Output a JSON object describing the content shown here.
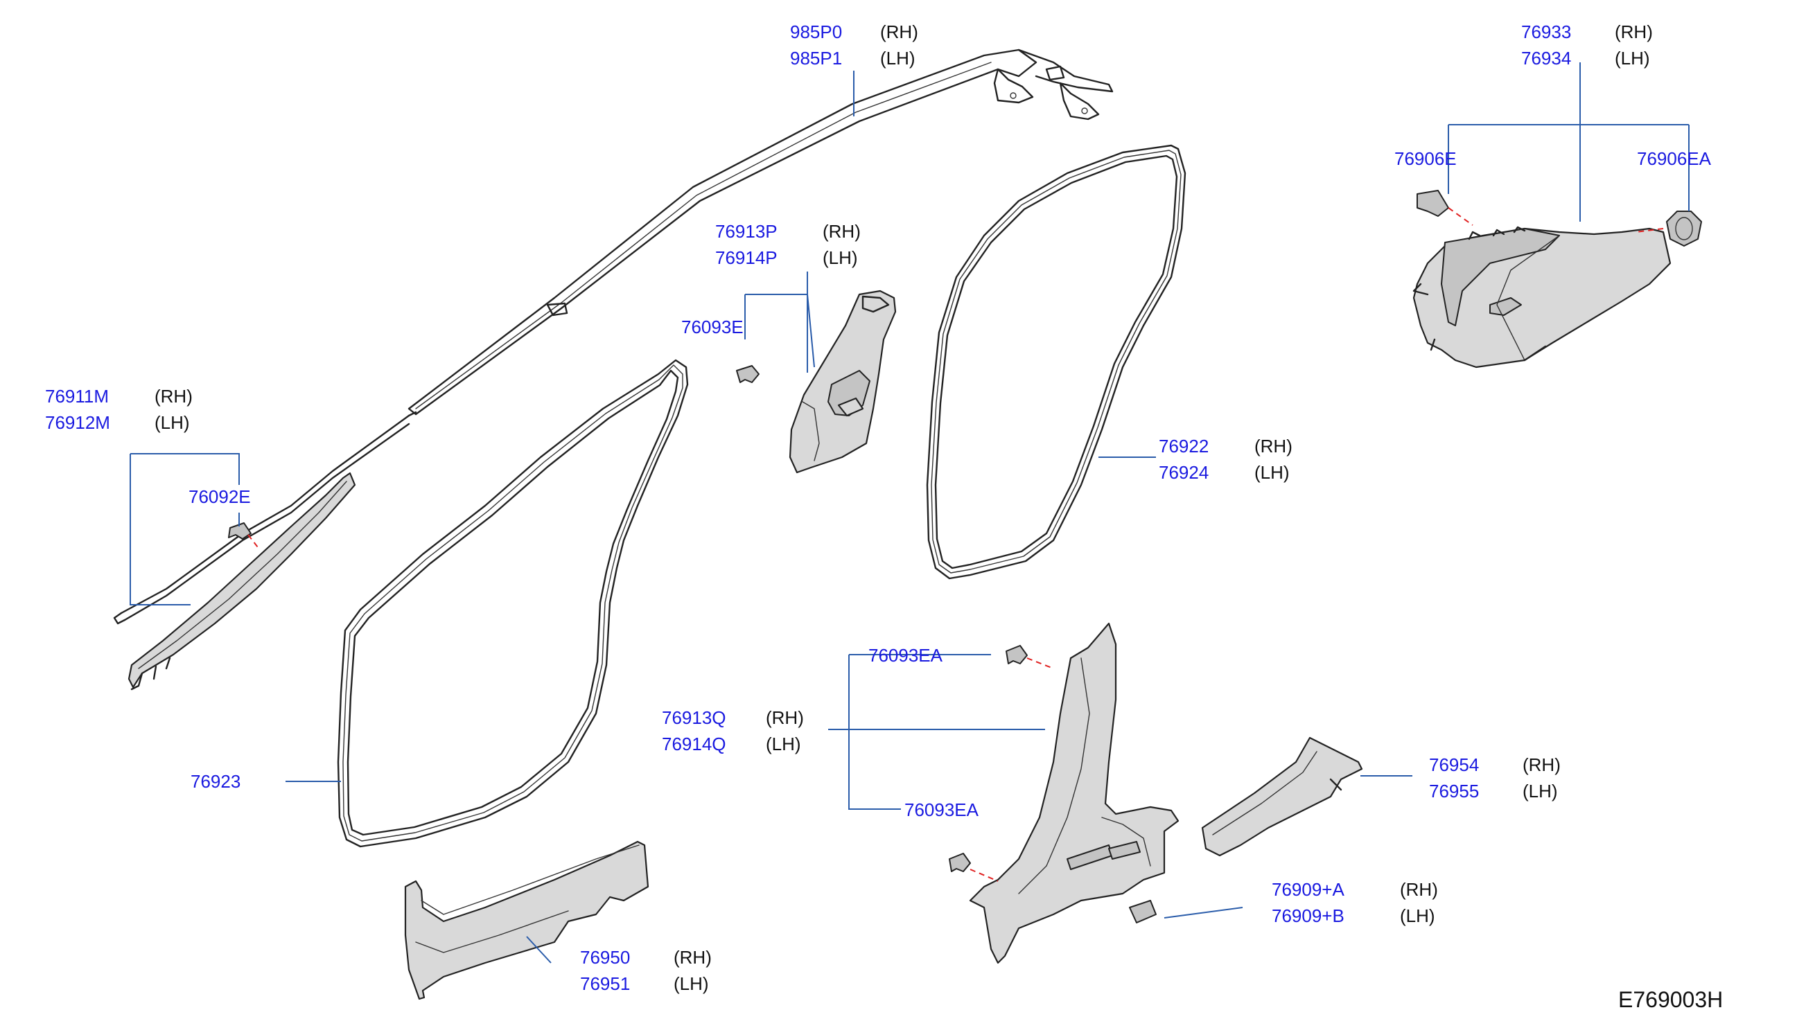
{
  "diagram_code": "E769003H",
  "callouts": [
    {
      "id": "roof-curtain",
      "parts": [
        {
          "number": "985P0",
          "side": "(RH)"
        },
        {
          "number": "985P1",
          "side": "(LH)"
        }
      ]
    },
    {
      "id": "front-pillar-garnish",
      "parts": [
        {
          "number": "76911M",
          "side": "(RH)"
        },
        {
          "number": "76912M",
          "side": "(LH)"
        }
      ]
    },
    {
      "id": "clip-76092e",
      "parts": [
        {
          "number": "76092E",
          "side": ""
        }
      ]
    },
    {
      "id": "center-pillar-upper",
      "parts": [
        {
          "number": "76913P",
          "side": "(RH)"
        },
        {
          "number": "76914P",
          "side": "(LH)"
        }
      ]
    },
    {
      "id": "clip-76093e",
      "parts": [
        {
          "number": "76093E",
          "side": ""
        }
      ]
    },
    {
      "id": "rear-door-weatherstrip",
      "parts": [
        {
          "number": "76922",
          "side": "(RH)"
        },
        {
          "number": "76924",
          "side": "(LH)"
        }
      ]
    },
    {
      "id": "front-door-weatherstrip",
      "parts": [
        {
          "number": "76923",
          "side": ""
        }
      ]
    },
    {
      "id": "rear-pillar-finisher",
      "parts": [
        {
          "number": "76933",
          "side": "(RH)"
        },
        {
          "number": "76934",
          "side": "(LH)"
        }
      ]
    },
    {
      "id": "clip-76906e",
      "parts": [
        {
          "number": "76906E",
          "side": ""
        }
      ]
    },
    {
      "id": "clip-76906ea",
      "parts": [
        {
          "number": "76906EA",
          "side": ""
        }
      ]
    },
    {
      "id": "clip-76093ea-upper",
      "parts": [
        {
          "number": "76093EA",
          "side": ""
        }
      ]
    },
    {
      "id": "center-pillar-lower",
      "parts": [
        {
          "number": "76913Q",
          "side": "(RH)"
        },
        {
          "number": "76914Q",
          "side": "(LH)"
        }
      ]
    },
    {
      "id": "clip-76093ea-lower",
      "parts": [
        {
          "number": "76093EA",
          "side": ""
        }
      ]
    },
    {
      "id": "rear-kicking-plate",
      "parts": [
        {
          "number": "76954",
          "side": "(RH)"
        },
        {
          "number": "76955",
          "side": "(LH)"
        }
      ]
    },
    {
      "id": "bracket-76909",
      "parts": [
        {
          "number": "76909+A",
          "side": "(RH)"
        },
        {
          "number": "76909+B",
          "side": "(LH)"
        }
      ]
    },
    {
      "id": "front-kicking-plate",
      "parts": [
        {
          "number": "76950",
          "side": "(RH)"
        },
        {
          "number": "76951",
          "side": "(LH)"
        }
      ]
    }
  ]
}
